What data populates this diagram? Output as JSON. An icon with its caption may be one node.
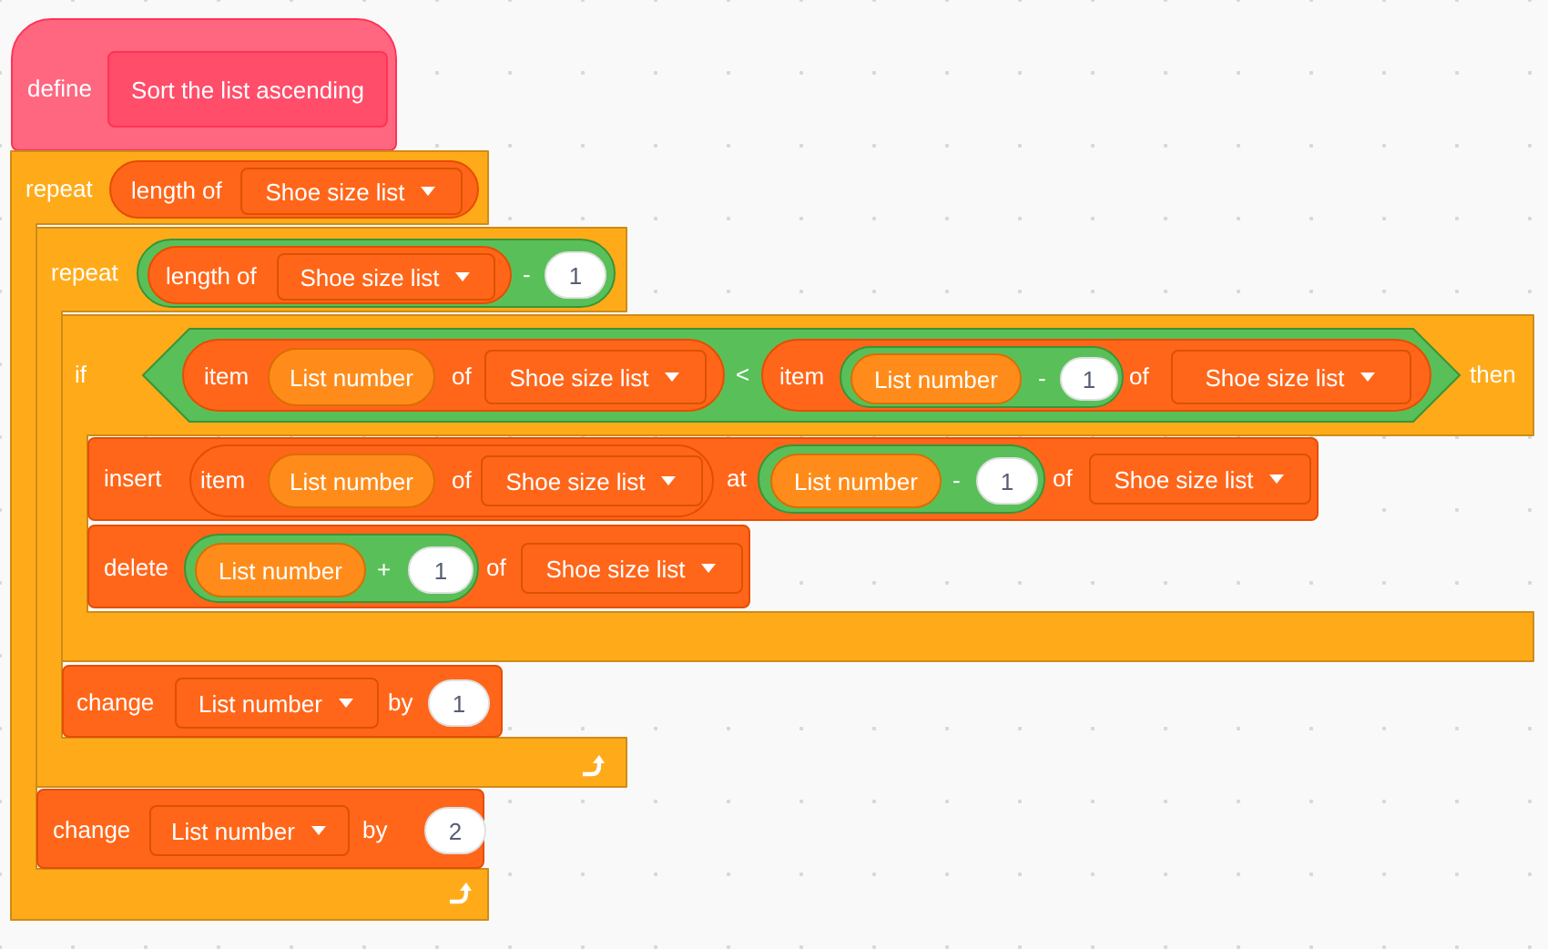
{
  "diagram": {
    "nodes": [
      {
        "text": [
          "define"
        ]
      },
      {
        "text": [
          "Sort the list ascending"
        ],
        "in": 0
      },
      {
        "text": [
          "repeat"
        ]
      },
      {
        "text": [
          "length of"
        ],
        "in": 2
      },
      {
        "text": [
          "Shoe size list"
        ],
        "in": 3
      },
      {
        "text": [
          "repeat"
        ]
      },
      {
        "text": [
          "-"
        ],
        "in": 5
      },
      {
        "text": [
          "length of"
        ],
        "in": 6
      },
      {
        "text": [
          "Shoe size list"
        ],
        "in": 7
      },
      {
        "text": [
          "1"
        ],
        "in": 6
      },
      {
        "text": [
          "if",
          "then"
        ]
      },
      {
        "text": [
          "<"
        ],
        "in": 10
      },
      {
        "text": [
          "item",
          "of"
        ],
        "in": 11
      },
      {
        "text": [
          "List number"
        ],
        "in": 12
      },
      {
        "text": [
          "Shoe size list"
        ],
        "in": 12
      },
      {
        "text": [
          "item",
          "of"
        ],
        "in": 11
      },
      {
        "text": [
          "-"
        ],
        "in": 15
      },
      {
        "text": [
          "List number"
        ],
        "in": 16
      },
      {
        "text": [
          "1"
        ],
        "in": 16
      },
      {
        "text": [
          "Shoe size list"
        ],
        "in": 15
      },
      {
        "text": [
          "insert",
          "at",
          "of"
        ],
        "in": 10
      },
      {
        "text": [
          "item",
          "of"
        ],
        "in": 20
      },
      {
        "text": [
          "List number"
        ],
        "in": 21
      },
      {
        "text": [
          "Shoe size list"
        ],
        "in": 21
      },
      {
        "text": [
          "-"
        ],
        "in": 20
      },
      {
        "text": [
          "List number"
        ],
        "in": 24
      },
      {
        "text": [
          "1"
        ],
        "in": 24
      },
      {
        "text": [
          "Shoe size list"
        ],
        "in": 20
      },
      {
        "text": [
          "delete",
          "of"
        ],
        "in": 10
      },
      {
        "text": [
          "+"
        ],
        "in": 28
      },
      {
        "text": [
          "List number"
        ],
        "in": 29
      },
      {
        "text": [
          "1"
        ],
        "in": 29
      },
      {
        "text": [
          "Shoe size list"
        ],
        "in": 28
      },
      {
        "text": [
          "change",
          "by"
        ],
        "in": 5
      },
      {
        "text": [
          "List number"
        ],
        "in": 33
      },
      {
        "text": [
          "1"
        ],
        "in": 33
      },
      {
        "text": [
          "change",
          "by"
        ],
        "in": 2
      },
      {
        "text": [
          "List number"
        ],
        "in": 36
      },
      {
        "text": [
          "2"
        ],
        "in": 36
      }
    ]
  }
}
